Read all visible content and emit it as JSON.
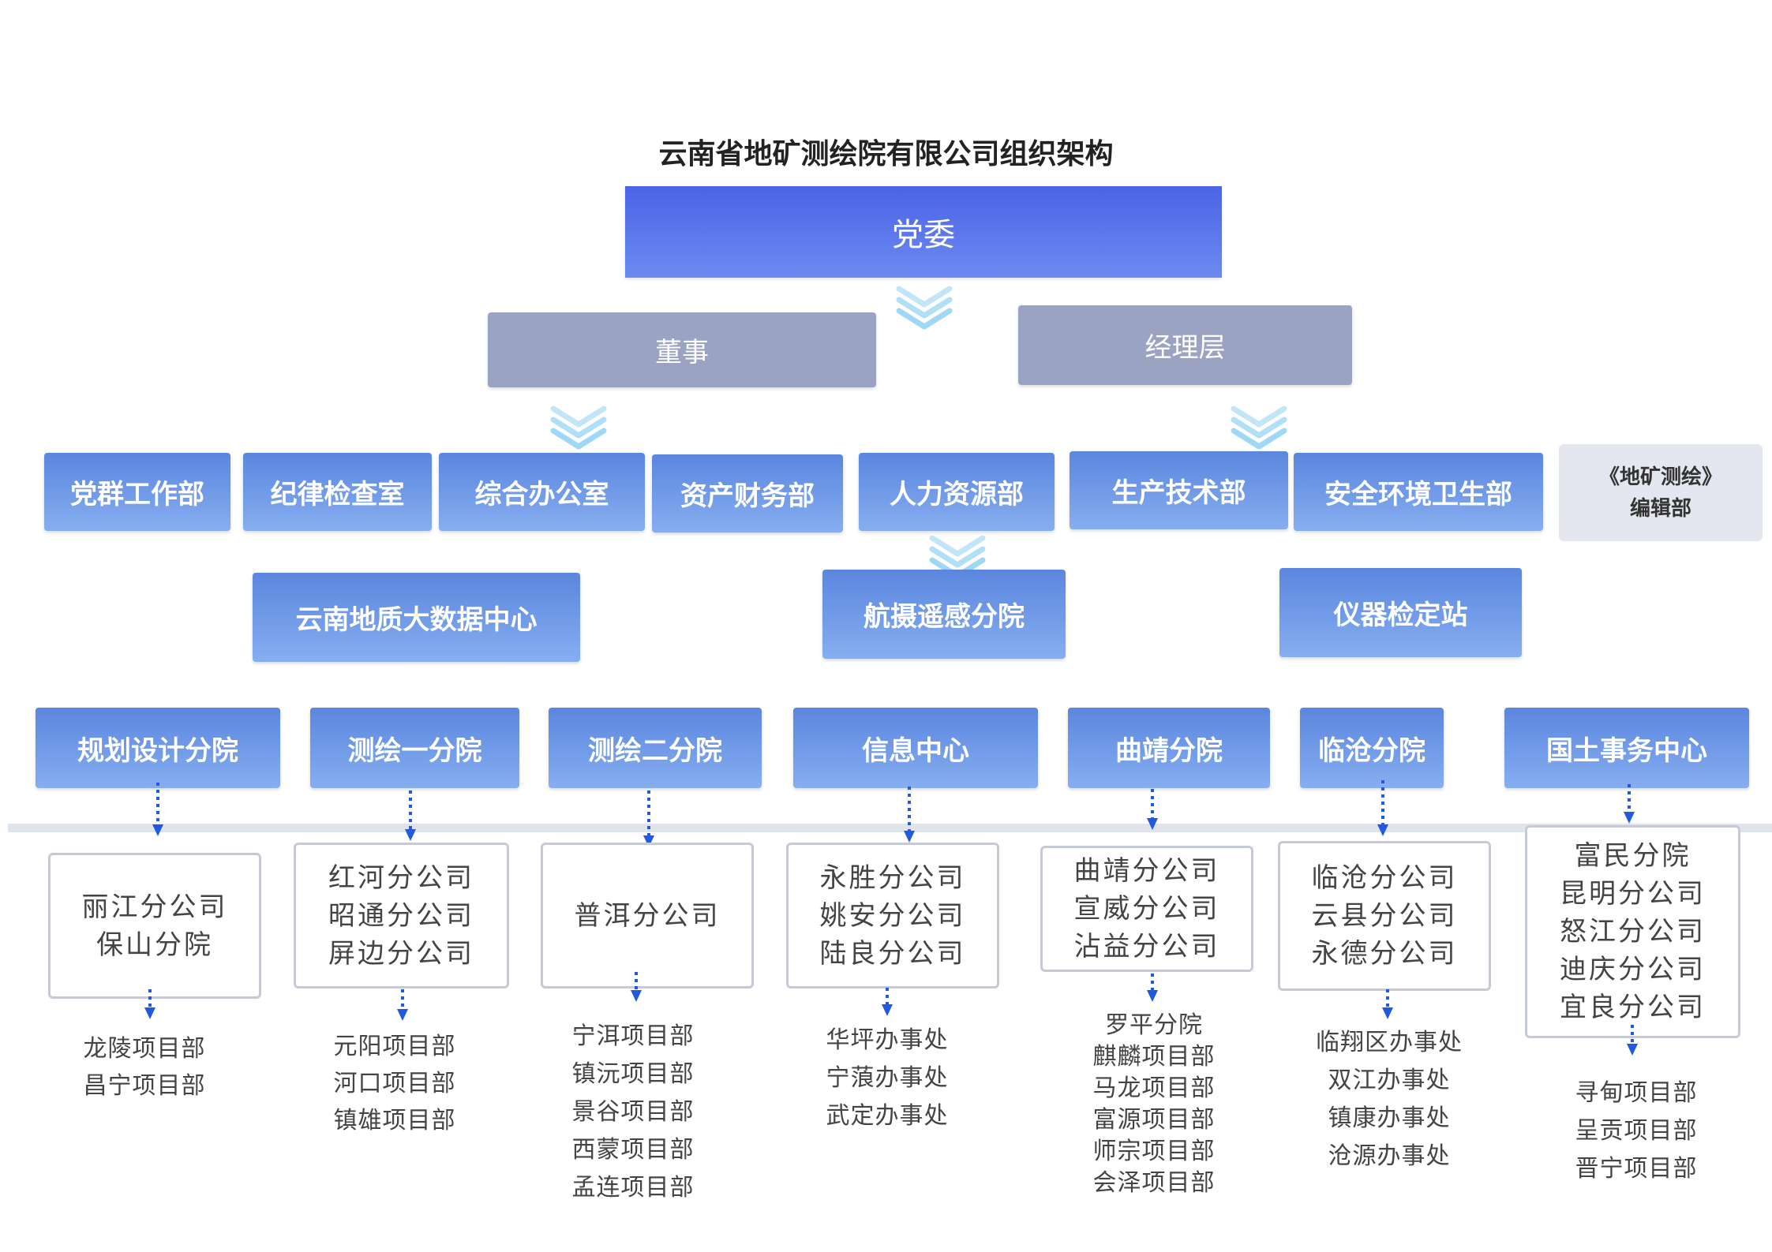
{
  "title": "云南省地矿测绘院有限公司组织架构",
  "top": {
    "label": "党委"
  },
  "tier2": {
    "left": "董事",
    "right": "经理层"
  },
  "departments": [
    "党群工作部",
    "纪律检查室",
    "综合办公室",
    "资产财务部",
    "人力资源部",
    "生产技术部",
    "安全环境卫生部"
  ],
  "editorial": {
    "line1": "《地矿测绘》",
    "line2": "编辑部"
  },
  "centers": [
    "云南地质大数据中心",
    "航摄遥感分院",
    "仪器检定站"
  ],
  "branches": [
    {
      "name": "规划设计分院",
      "subs": [
        "丽江分公司",
        "保山分院"
      ],
      "projects": [
        "龙陵项目部",
        "昌宁项目部"
      ]
    },
    {
      "name": "测绘一分院",
      "subs": [
        "红河分公司",
        "昭通分公司",
        "屏边分公司"
      ],
      "projects": [
        "元阳项目部",
        "河口项目部",
        "镇雄项目部"
      ]
    },
    {
      "name": "测绘二分院",
      "subs": [
        "普洱分公司"
      ],
      "projects": [
        "宁洱项目部",
        "镇沅项目部",
        "景谷项目部",
        "西蒙项目部",
        "孟连项目部"
      ]
    },
    {
      "name": "信息中心",
      "subs": [
        "永胜分公司",
        "姚安分公司",
        "陆良分公司"
      ],
      "projects": [
        "华坪办事处",
        "宁蒗办事处",
        "武定办事处"
      ]
    },
    {
      "name": "曲靖分院",
      "subs": [
        "曲靖分公司",
        "宣威分公司",
        "沾益分公司"
      ],
      "projects": [
        "罗平分院",
        "麒麟项目部",
        "马龙项目部",
        "富源项目部",
        "师宗项目部",
        "会泽项目部"
      ]
    },
    {
      "name": "临沧分院",
      "subs": [
        "临沧分公司",
        "云县分公司",
        "永德分公司"
      ],
      "projects": [
        "临翔区办事处",
        "双江办事处",
        "镇康办事处",
        "沧源办事处"
      ]
    },
    {
      "name": "国土事务中心",
      "subs": [
        "富民分院",
        "昆明分公司",
        "怒江分公司",
        "迪庆分公司",
        "宜良分公司"
      ],
      "projects": [
        "寻甸项目部",
        "呈贡项目部",
        "晋宁项目部"
      ]
    }
  ],
  "colors": {
    "top_gradient": [
      "#4b63e6",
      "#6d8af0"
    ],
    "tier2": "#9aa4c2",
    "blue_gradient": [
      "#5b86de",
      "#86aef0"
    ],
    "grey_box": "#e4e7ef",
    "arrow": "#1f5ae0",
    "chevron": "#8fd2f2"
  }
}
